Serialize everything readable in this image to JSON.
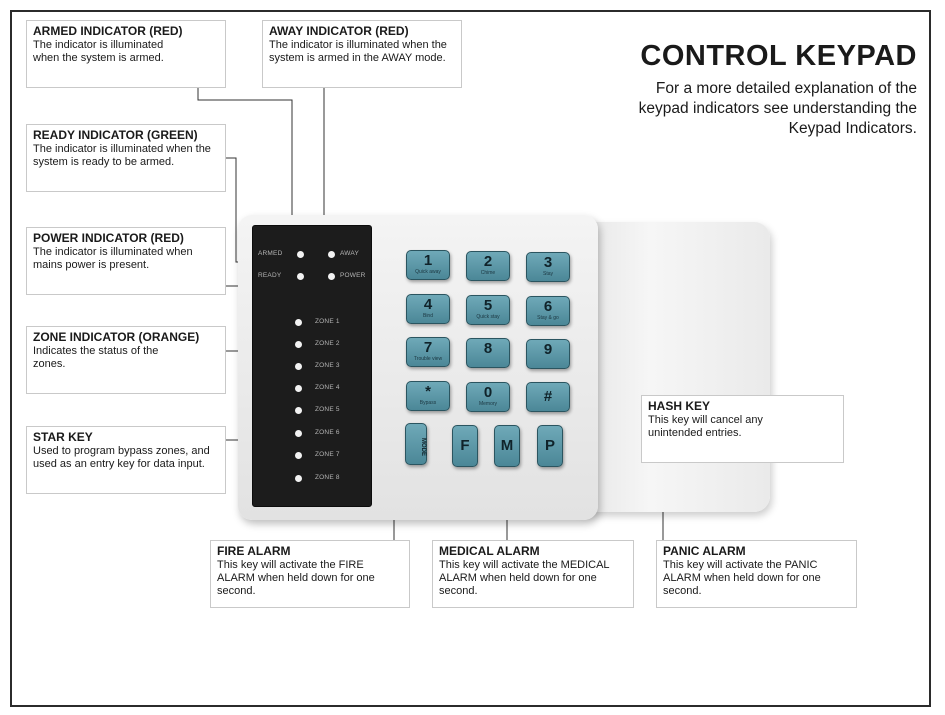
{
  "header": {
    "title": "CONTROL KEYPAD",
    "subtitle": "For a more detailed explanation of the keypad indicators see understanding the Keypad Indicators."
  },
  "callouts": {
    "armed": {
      "title": "ARMED INDICATOR (RED)",
      "text": "The indicator is illuminated when the system is armed."
    },
    "away": {
      "title": "AWAY INDICATOR (RED)",
      "text": "The indicator is illuminated when the system is armed in the AWAY mode."
    },
    "ready": {
      "title": "READY INDICATOR (GREEN)",
      "text": "The indicator is illuminated when the system is ready to be armed."
    },
    "power": {
      "title": "POWER INDICATOR (RED)",
      "text": "The indicator is illuminated when mains power is present."
    },
    "zone": {
      "title": "ZONE INDICATOR (ORANGE)",
      "text": "Indicates the status of the zones."
    },
    "star": {
      "title": "STAR KEY",
      "text": "Used to program bypass zones, and used as an entry key for data input."
    },
    "hash": {
      "title": "HASH KEY",
      "text": "This key will cancel any unintended entries."
    },
    "fire": {
      "title": "FIRE ALARM",
      "text": "This key will activate the FIRE ALARM when held down for one second."
    },
    "medical": {
      "title": "MEDICAL ALARM",
      "text": "This key will activate the MEDICAL ALARM when held down for one second."
    },
    "panic": {
      "title": "PANIC ALARM",
      "text": "This key will activate the PANIC ALARM when held down for one second."
    }
  },
  "keypad": {
    "status_labels": {
      "armed": "ARMED",
      "away": "AWAY",
      "ready": "READY",
      "power": "POWER"
    },
    "zones": [
      "ZONE 1",
      "ZONE 2",
      "ZONE 3",
      "ZONE 4",
      "ZONE 5",
      "ZONE 6",
      "ZONE 7",
      "ZONE 8"
    ],
    "keys": [
      {
        "label": "1",
        "sub": "Quick away"
      },
      {
        "label": "2",
        "sub": "Chime"
      },
      {
        "label": "3",
        "sub": "Stay"
      },
      {
        "label": "4",
        "sub": "Bind"
      },
      {
        "label": "5",
        "sub": "Quick stay"
      },
      {
        "label": "6",
        "sub": "Stay & go"
      },
      {
        "label": "7",
        "sub": "Trouble view"
      },
      {
        "label": "8",
        "sub": ""
      },
      {
        "label": "9",
        "sub": ""
      },
      {
        "label": "*",
        "sub": "Bypass"
      },
      {
        "label": "0",
        "sub": "Memory"
      },
      {
        "label": "#",
        "sub": ""
      }
    ],
    "mode_key": "MODE",
    "fire_key": "F",
    "medical_key": "M",
    "panic_key": "P",
    "key_color": "#5b97a6",
    "panel_color": "#1c1c1c"
  }
}
